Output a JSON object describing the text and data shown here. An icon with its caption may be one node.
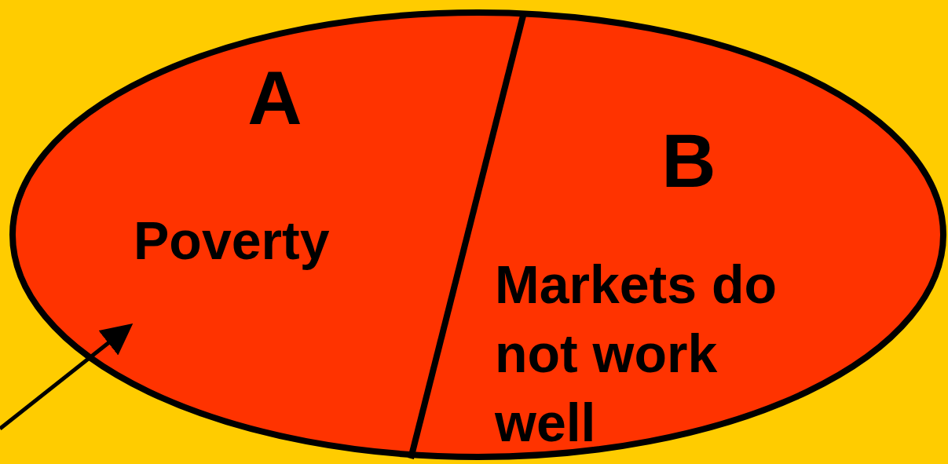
{
  "diagram": {
    "nodes": [
      {
        "text": [],
        "shape": "ellipse"
      },
      {
        "text": [
          "A",
          "Poverty"
        ],
        "in": 0
      },
      {
        "text": [
          "B",
          "Markets do not work well"
        ],
        "in": 0
      }
    ],
    "edges": [
      {
        "from": null,
        "to": 1,
        "arrow": "to"
      }
    ]
  }
}
